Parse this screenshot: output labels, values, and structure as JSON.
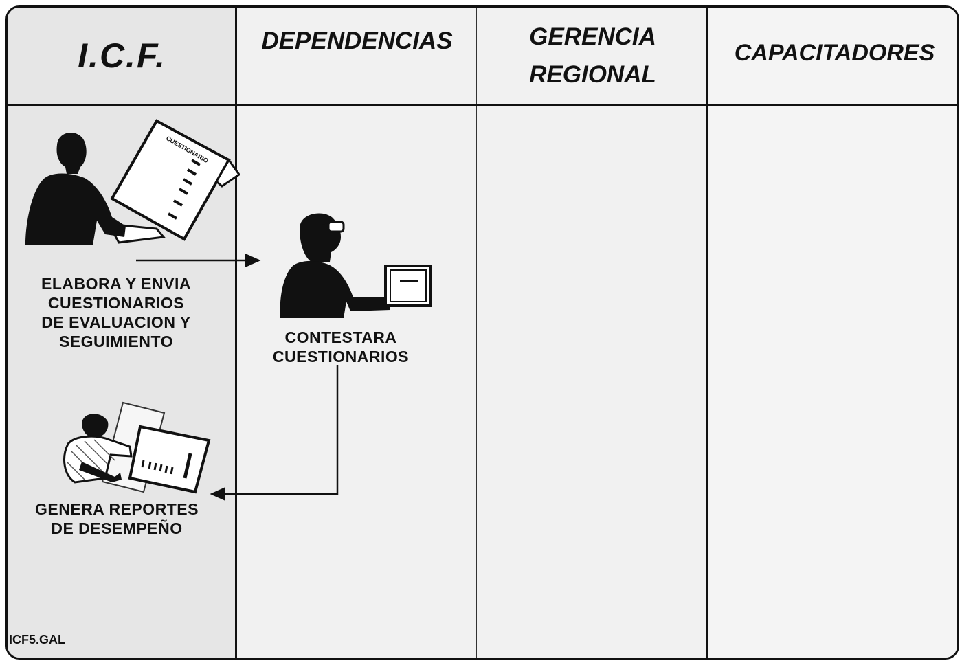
{
  "lanes": {
    "icf": "I.C.F.",
    "dependencias": "DEPENDENCIAS",
    "gerencia_line1": "GERENCIA",
    "gerencia_line2": "REGIONAL",
    "capacitadores": "CAPACITADORES"
  },
  "steps": {
    "elabora": [
      "ELABORA Y ENVIA",
      "CUESTIONARIOS",
      "DE EVALUACION Y",
      "SEGUIMIENTO"
    ],
    "contestara": [
      "CONTESTARA",
      "CUESTIONARIOS"
    ],
    "genera": [
      "GENERA REPORTES",
      "DE DESEMPEÑO"
    ]
  },
  "document_label": "CUESTIONARIO",
  "file_name": "ICF5.GAL",
  "icons": [
    "person-at-computer-icon",
    "person-holding-book-icon",
    "person-writing-report-icon"
  ]
}
